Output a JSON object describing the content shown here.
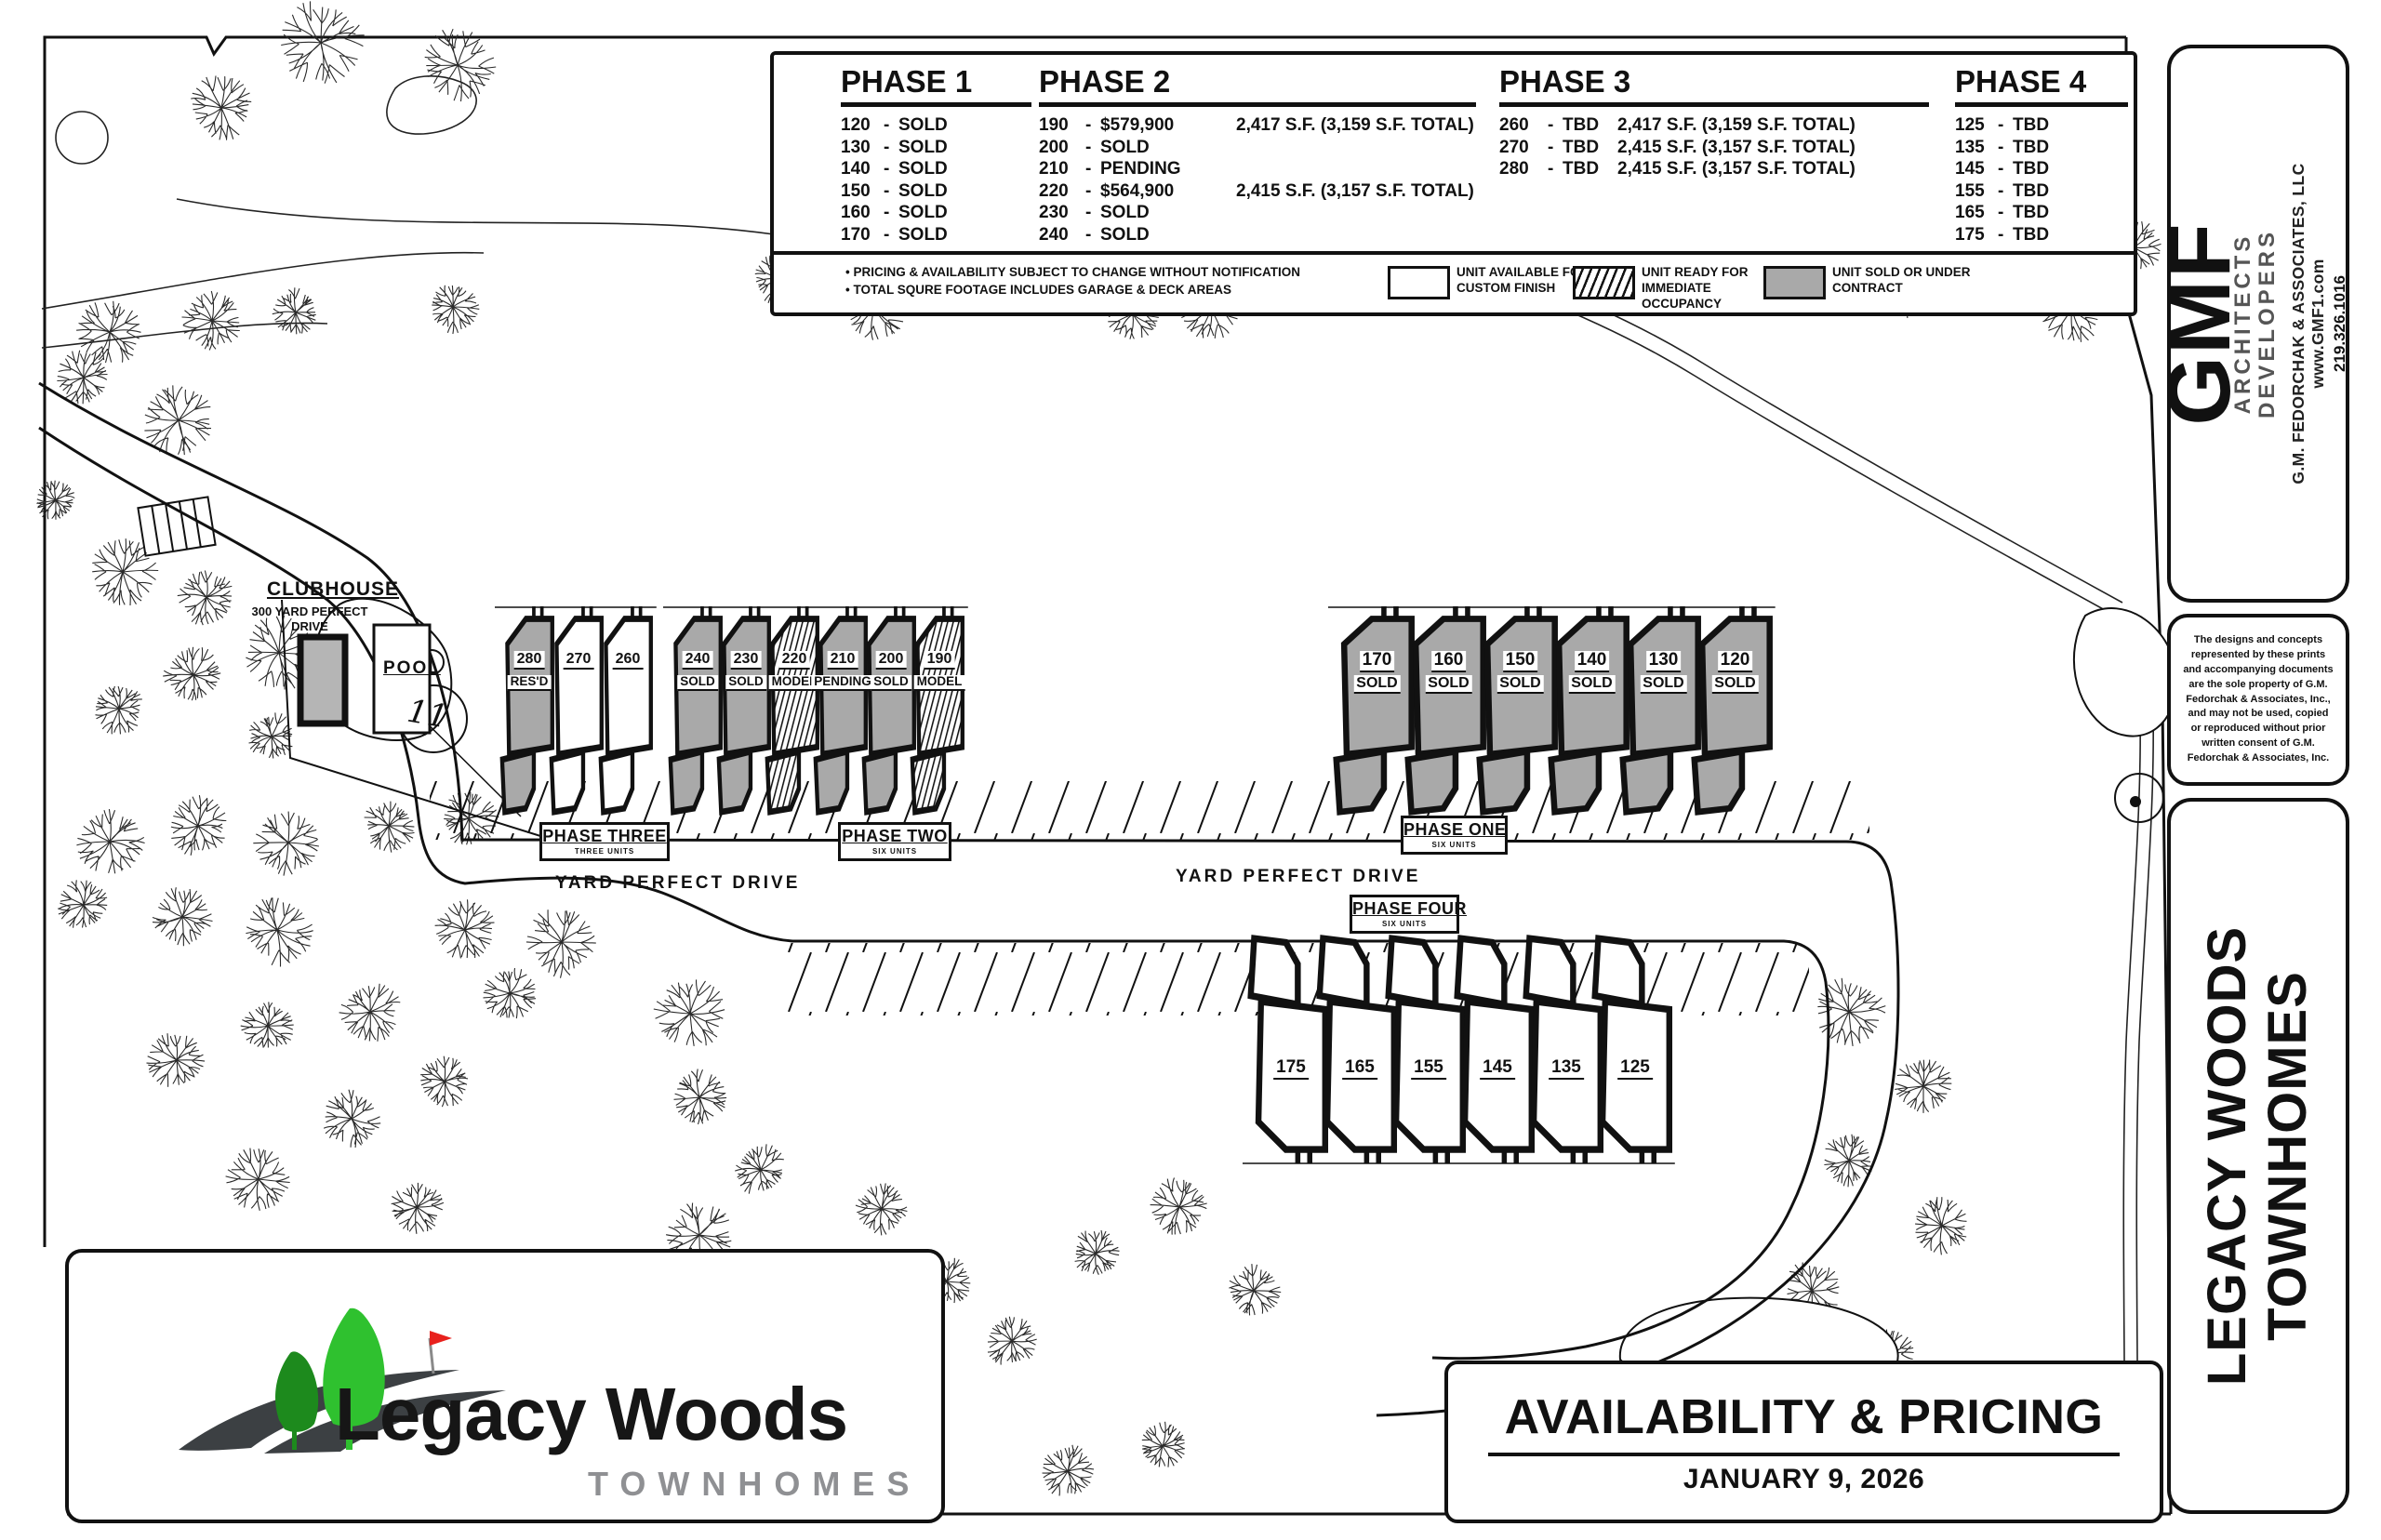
{
  "header": {
    "phases": [
      {
        "title": "PHASE 1",
        "rows": [
          {
            "unit": "120",
            "value": "SOLD",
            "detail": ""
          },
          {
            "unit": "130",
            "value": "SOLD",
            "detail": ""
          },
          {
            "unit": "140",
            "value": "SOLD",
            "detail": ""
          },
          {
            "unit": "150",
            "value": "SOLD",
            "detail": ""
          },
          {
            "unit": "160",
            "value": "SOLD",
            "detail": ""
          },
          {
            "unit": "170",
            "value": "SOLD",
            "detail": ""
          }
        ]
      },
      {
        "title": "PHASE 2",
        "rows": [
          {
            "unit": "190",
            "value": "$579,900",
            "detail": "2,417 S.F. (3,159 S.F. TOTAL)"
          },
          {
            "unit": "200",
            "value": "SOLD",
            "detail": ""
          },
          {
            "unit": "210",
            "value": "PENDING",
            "detail": ""
          },
          {
            "unit": "220",
            "value": "$564,900",
            "detail": "2,415 S.F. (3,157 S.F. TOTAL)"
          },
          {
            "unit": "230",
            "value": "SOLD",
            "detail": ""
          },
          {
            "unit": "240",
            "value": "SOLD",
            "detail": ""
          }
        ]
      },
      {
        "title": "PHASE 3",
        "rows": [
          {
            "unit": "260",
            "value": "TBD",
            "detail": "2,417 S.F. (3,159 S.F. TOTAL)"
          },
          {
            "unit": "270",
            "value": "TBD",
            "detail": "2,415 S.F. (3,157 S.F. TOTAL)"
          },
          {
            "unit": "280",
            "value": "TBD",
            "detail": "2,415 S.F. (3,157 S.F. TOTAL)"
          }
        ]
      },
      {
        "title": "PHASE 4",
        "rows": [
          {
            "unit": "125",
            "value": "TBD",
            "detail": ""
          },
          {
            "unit": "135",
            "value": "TBD",
            "detail": ""
          },
          {
            "unit": "145",
            "value": "TBD",
            "detail": ""
          },
          {
            "unit": "155",
            "value": "TBD",
            "detail": ""
          },
          {
            "unit": "165",
            "value": "TBD",
            "detail": ""
          },
          {
            "unit": "175",
            "value": "TBD",
            "detail": ""
          }
        ]
      }
    ],
    "notes": [
      "PRICING & AVAILABILITY SUBJECT TO CHANGE WITHOUT NOTIFICATION",
      "TOTAL SQURE FOOTAGE INCLUDES GARAGE & DECK AREAS"
    ],
    "legend": [
      {
        "style": "available",
        "label": "UNIT AVAILABLE FOR CUSTOM FINISH"
      },
      {
        "style": "ready",
        "label": "UNIT READY FOR IMMEDIATE OCCUPANCY"
      },
      {
        "style": "sold",
        "label": "UNIT SOLD OR UNDER CONTRACT"
      }
    ]
  },
  "map": {
    "clubhouse_label": "CLUBHOUSE",
    "clubhouse_sub": "300 YARD PERFECT DRIVE",
    "pool_label": "POOL",
    "street_label": "YARD PERFECT DRIVE",
    "street_label2": "YARD PERFECT DRIVE",
    "hole_number": "11",
    "phase_boxes": [
      {
        "name": "PHASE THREE",
        "sub": "THREE UNITS"
      },
      {
        "name": "PHASE TWO",
        "sub": "SIX UNITS"
      },
      {
        "name": "PHASE ONE",
        "sub": "SIX UNITS"
      },
      {
        "name": "PHASE FOUR",
        "sub": "SIX UNITS"
      }
    ],
    "rows": {
      "phase_three": [
        {
          "num": "280",
          "status": "RES'D",
          "fill": "sold"
        },
        {
          "num": "270",
          "status": "",
          "fill": "available"
        },
        {
          "num": "260",
          "status": "",
          "fill": "available"
        }
      ],
      "phase_two": [
        {
          "num": "240",
          "status": "SOLD",
          "fill": "sold"
        },
        {
          "num": "230",
          "status": "SOLD",
          "fill": "sold"
        },
        {
          "num": "220",
          "status": "MODEL",
          "fill": "ready"
        },
        {
          "num": "210",
          "status": "PENDING",
          "fill": "sold"
        },
        {
          "num": "200",
          "status": "SOLD",
          "fill": "sold"
        },
        {
          "num": "190",
          "status": "MODEL",
          "fill": "ready"
        }
      ],
      "phase_one": [
        {
          "num": "170",
          "status": "SOLD",
          "fill": "sold"
        },
        {
          "num": "160",
          "status": "SOLD",
          "fill": "sold"
        },
        {
          "num": "150",
          "status": "SOLD",
          "fill": "sold"
        },
        {
          "num": "140",
          "status": "SOLD",
          "fill": "sold"
        },
        {
          "num": "130",
          "status": "SOLD",
          "fill": "sold"
        },
        {
          "num": "120",
          "status": "SOLD",
          "fill": "sold"
        }
      ],
      "phase_four": [
        {
          "num": "175",
          "status": "",
          "fill": "available"
        },
        {
          "num": "165",
          "status": "",
          "fill": "available"
        },
        {
          "num": "155",
          "status": "",
          "fill": "available"
        },
        {
          "num": "145",
          "status": "",
          "fill": "available"
        },
        {
          "num": "135",
          "status": "",
          "fill": "available"
        },
        {
          "num": "125",
          "status": "",
          "fill": "available"
        }
      ]
    }
  },
  "sidebar": {
    "logo_text": "GMF",
    "role1": "ARCHITECTS",
    "role2": "DEVELOPERS",
    "firm": "G.M. FEDORCHAK & ASSOCIATES, LLC",
    "website": "www.GMF1.com",
    "phone": "219.326.1016",
    "disclaimer": "The designs and concepts represented by these prints and accompanying documents are the sole property of G.M. Fedorchak & Associates, Inc., and may not be used, copied or reproduced without prior written consent of G.M. Fedorchak & Associates, Inc.",
    "project_line1": "LEGACY WOODS",
    "project_line2": "TOWNHOMES"
  },
  "logo": {
    "name": "Legacy Woods",
    "sub": "TOWNHOMES"
  },
  "titleblock": {
    "title": "AVAILABILITY & PRICING",
    "date": "JANUARY 9, 2026"
  },
  "colors": {
    "sold": "#a9a9a9",
    "accent_red": "#ed1c24",
    "tree_green": "#2fc12f",
    "tree_dark": "#1d8a1d",
    "gray_text": "#58595b"
  }
}
